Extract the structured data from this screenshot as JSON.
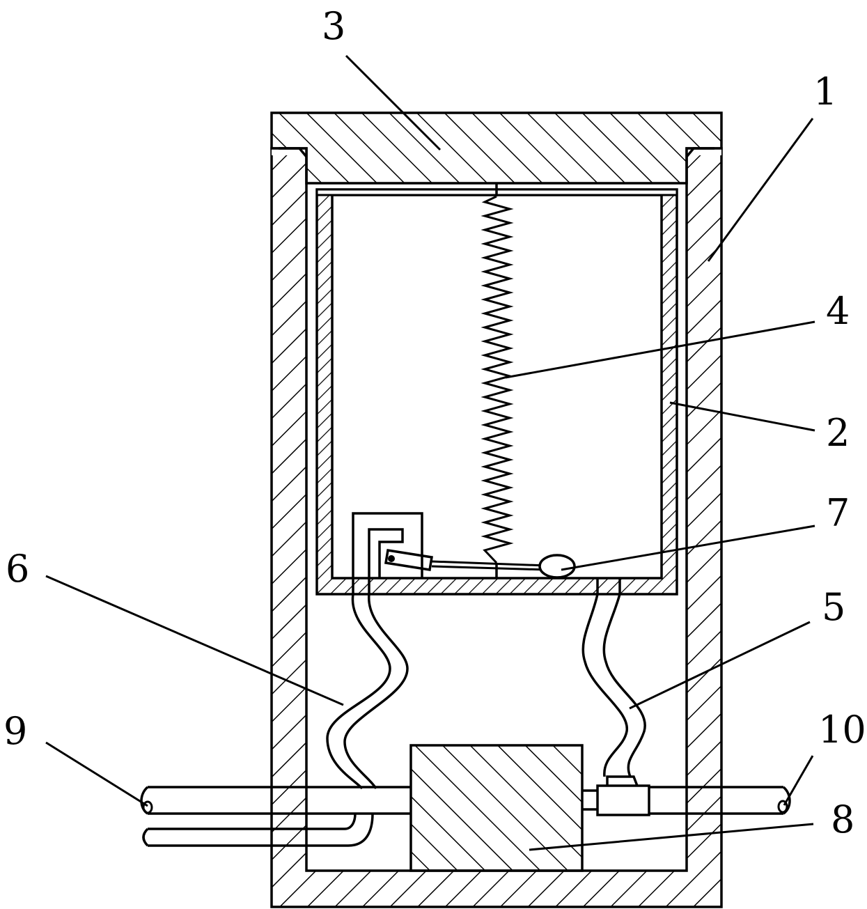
{
  "labels": {
    "housing": "1",
    "inner_container": "2",
    "lid": "3",
    "spring": "4",
    "outlet_hose": "5",
    "inlet_hose": "6",
    "float_valve": "7",
    "pump_block": "8",
    "inlet_pipe": "9",
    "outlet_pipe": "10"
  },
  "colors": {
    "line": "#000000",
    "background": "#ffffff"
  }
}
